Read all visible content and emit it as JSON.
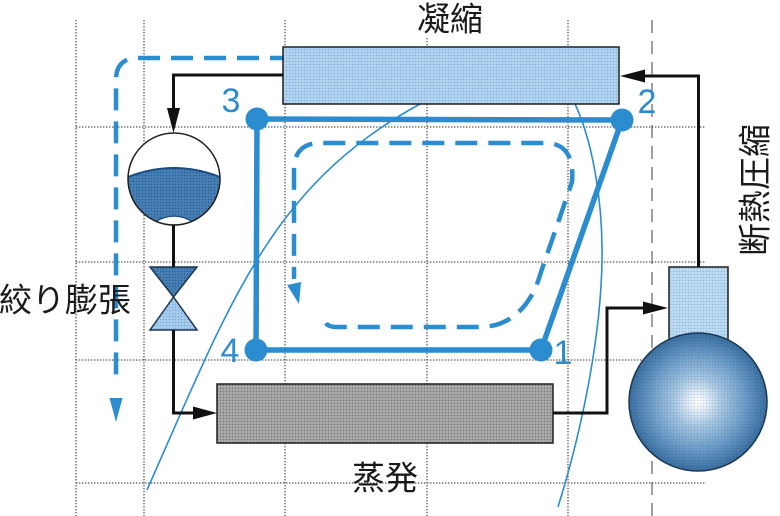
{
  "diagram_type": "refrigeration-cycle",
  "labels": {
    "condenser": "凝縮",
    "evaporator": "蒸発",
    "expansion_valve": "絞り膨張",
    "compressor": "断熱圧縮"
  },
  "state_points": [
    {
      "label": "1"
    },
    {
      "label": "2"
    },
    {
      "label": "3"
    },
    {
      "label": "4"
    }
  ],
  "cycle_order": [
    "1",
    "2",
    "3",
    "4",
    "1"
  ],
  "cycle_direction": "counterclockwise",
  "flow_order": [
    "compressor",
    "condenser",
    "receiver",
    "expansion_valve",
    "evaporator",
    "compressor"
  ],
  "icons": {
    "flow_arrow": "triangle-arrowhead",
    "state_point": "filled-circle"
  },
  "colors": {
    "cycle_blue": "#2b8cd0",
    "pipe_black": "#111111",
    "grid_gray": "#555555",
    "label_text": "#1a1a1a",
    "condenser_fill": "#b4d7f3",
    "evaporator_fill": "#ababab",
    "liquid_fill": "#4682b9",
    "valve_light_fill": "#a9cfef",
    "compressor_head_fill": "#bddcf3",
    "compressor_body_edge": "#3a6f9f"
  }
}
